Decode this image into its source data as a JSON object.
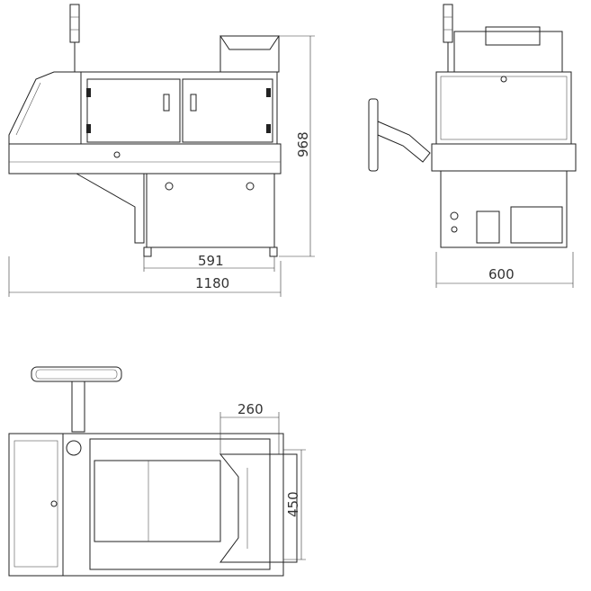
{
  "title": "Machine outline drawing - front, side and top views",
  "dimensions": {
    "height": "968",
    "front_lower_width": "591",
    "overall_length": "1180",
    "side_width": "600",
    "feeder_width": "260",
    "feeder_depth": "450"
  }
}
